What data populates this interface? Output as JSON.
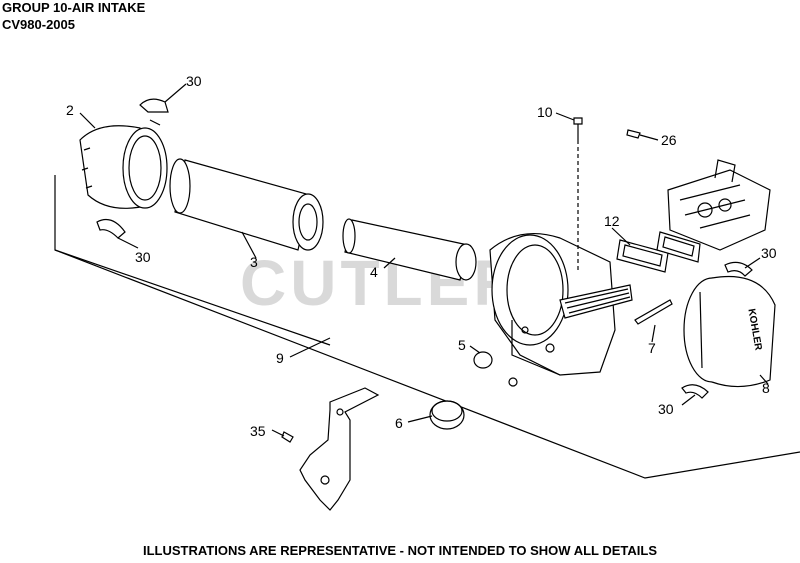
{
  "header": {
    "title": "GROUP 10-AIR INTAKE",
    "subtitle": "CV980-2005"
  },
  "watermark": "CUTLER'S",
  "footer": "ILLUSTRATIONS ARE REPRESENTATIVE - NOT INTENDED TO SHOW ALL DETAILS",
  "brand_label": "KOHLER",
  "callouts": {
    "c30a": "30",
    "c2": "2",
    "c30b": "30",
    "c3": "3",
    "c4": "4",
    "c9": "9",
    "c10": "10",
    "c26": "26",
    "c12": "12",
    "c30c": "30",
    "c5": "5",
    "c7": "7",
    "c8": "8",
    "c30d": "30",
    "c6": "6",
    "c35": "35"
  }
}
